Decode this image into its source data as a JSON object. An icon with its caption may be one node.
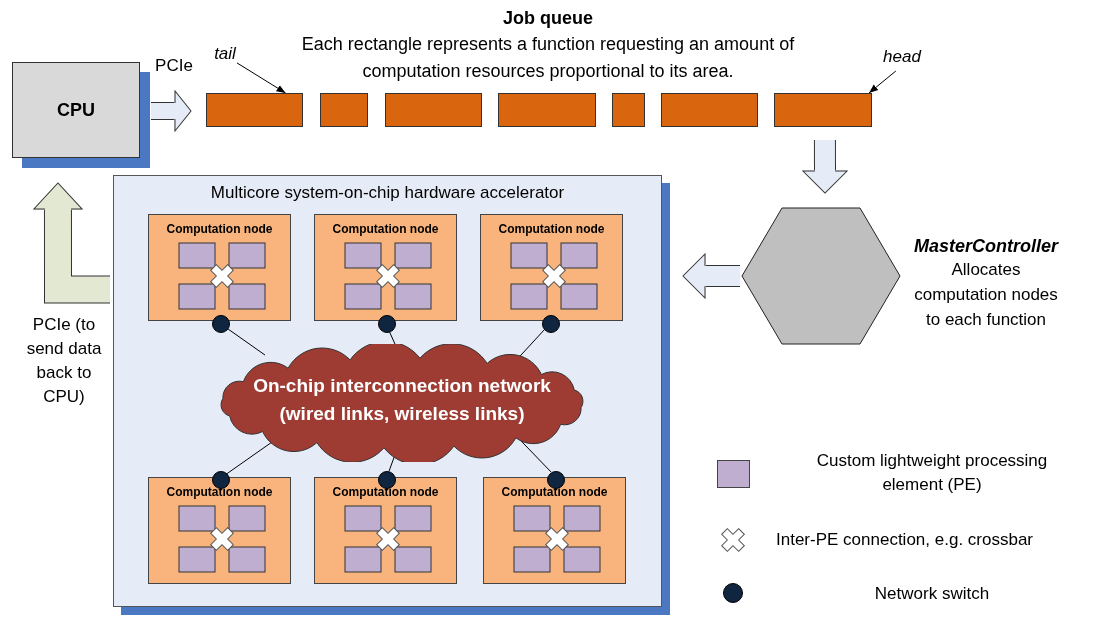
{
  "diagram": {
    "nodes": [
      {
        "text": [
          "CPU"
        ]
      },
      {
        "text": [
          "tail"
        ]
      },
      {
        "text": [
          "head"
        ]
      },
      {
        "text": [],
        "shape": "bar"
      },
      {
        "text": [],
        "shape": "bar"
      },
      {
        "text": [],
        "shape": "bar"
      },
      {
        "text": [],
        "shape": "bar"
      },
      {
        "text": [],
        "shape": "bar"
      },
      {
        "text": [],
        "shape": "bar"
      },
      {
        "text": [],
        "shape": "bar"
      },
      {
        "text": [
          "MasterController",
          "Allocates computation nodes to each function"
        ]
      },
      {
        "text": [
          "Multicore system-on-chip hardware accelerator"
        ]
      },
      {
        "text": [
          "Computation node"
        ],
        "in": 11
      },
      {
        "text": [
          "Computation node"
        ],
        "in": 11
      },
      {
        "text": [
          "Computation node"
        ],
        "in": 11
      },
      {
        "text": [],
        "shape": "circle",
        "in": 11
      },
      {
        "text": [],
        "shape": "circle",
        "in": 11
      },
      {
        "text": [],
        "shape": "circle",
        "in": 11
      },
      {
        "text": [
          "On-chip interconnection network (wired links, wireless links)"
        ],
        "in": 11
      },
      {
        "text": [],
        "shape": "circle",
        "in": 11
      },
      {
        "text": [],
        "shape": "circle",
        "in": 11
      },
      {
        "text": [],
        "shape": "circle",
        "in": 11
      },
      {
        "text": [
          "Computation node"
        ],
        "in": 11
      },
      {
        "text": [
          "Computation node"
        ],
        "in": 11
      },
      {
        "text": [
          "Computation node"
        ],
        "in": 11
      }
    ],
    "edges": [
      {
        "from": 0,
        "to": 3,
        "arrow": "to",
        "label": "PCIe",
        "style": "thick",
        "color": "#e6ecf7"
      },
      {
        "from": 1,
        "to": 3,
        "arrow": "to"
      },
      {
        "from": 2,
        "to": 9,
        "arrow": "to"
      },
      {
        "from": 9,
        "to": 10,
        "arrow": "to",
        "style": "thick",
        "color": "#e6ecf7"
      },
      {
        "from": 10,
        "to": 11,
        "arrow": "to",
        "style": "thick",
        "color": "#e6ecf7"
      },
      {
        "from": 11,
        "to": 0,
        "arrow": "to",
        "label": "PCIe (to send data back to CPU)",
        "style": "thick",
        "color": "#e3e8d2"
      },
      {
        "from": 15,
        "to": 18,
        "arrow": "none"
      },
      {
        "from": 16,
        "to": 18,
        "arrow": "none"
      },
      {
        "from": 17,
        "to": 18,
        "arrow": "none"
      },
      {
        "from": 18,
        "to": 19,
        "arrow": "none"
      },
      {
        "from": 18,
        "to": 20,
        "arrow": "none"
      },
      {
        "from": 18,
        "to": 21,
        "arrow": "none"
      }
    ],
    "labels": [
      "Job queue",
      "Each rectangle represents a function requesting an amount of computation resources proportional to its area."
    ],
    "legend": [
      {
        "text": "Custom lightweight processing element (PE)",
        "color": "#bfaed0"
      },
      {
        "text": "Inter-PE connection, e.g. crossbar"
      },
      {
        "text": "Network switch"
      }
    ]
  }
}
